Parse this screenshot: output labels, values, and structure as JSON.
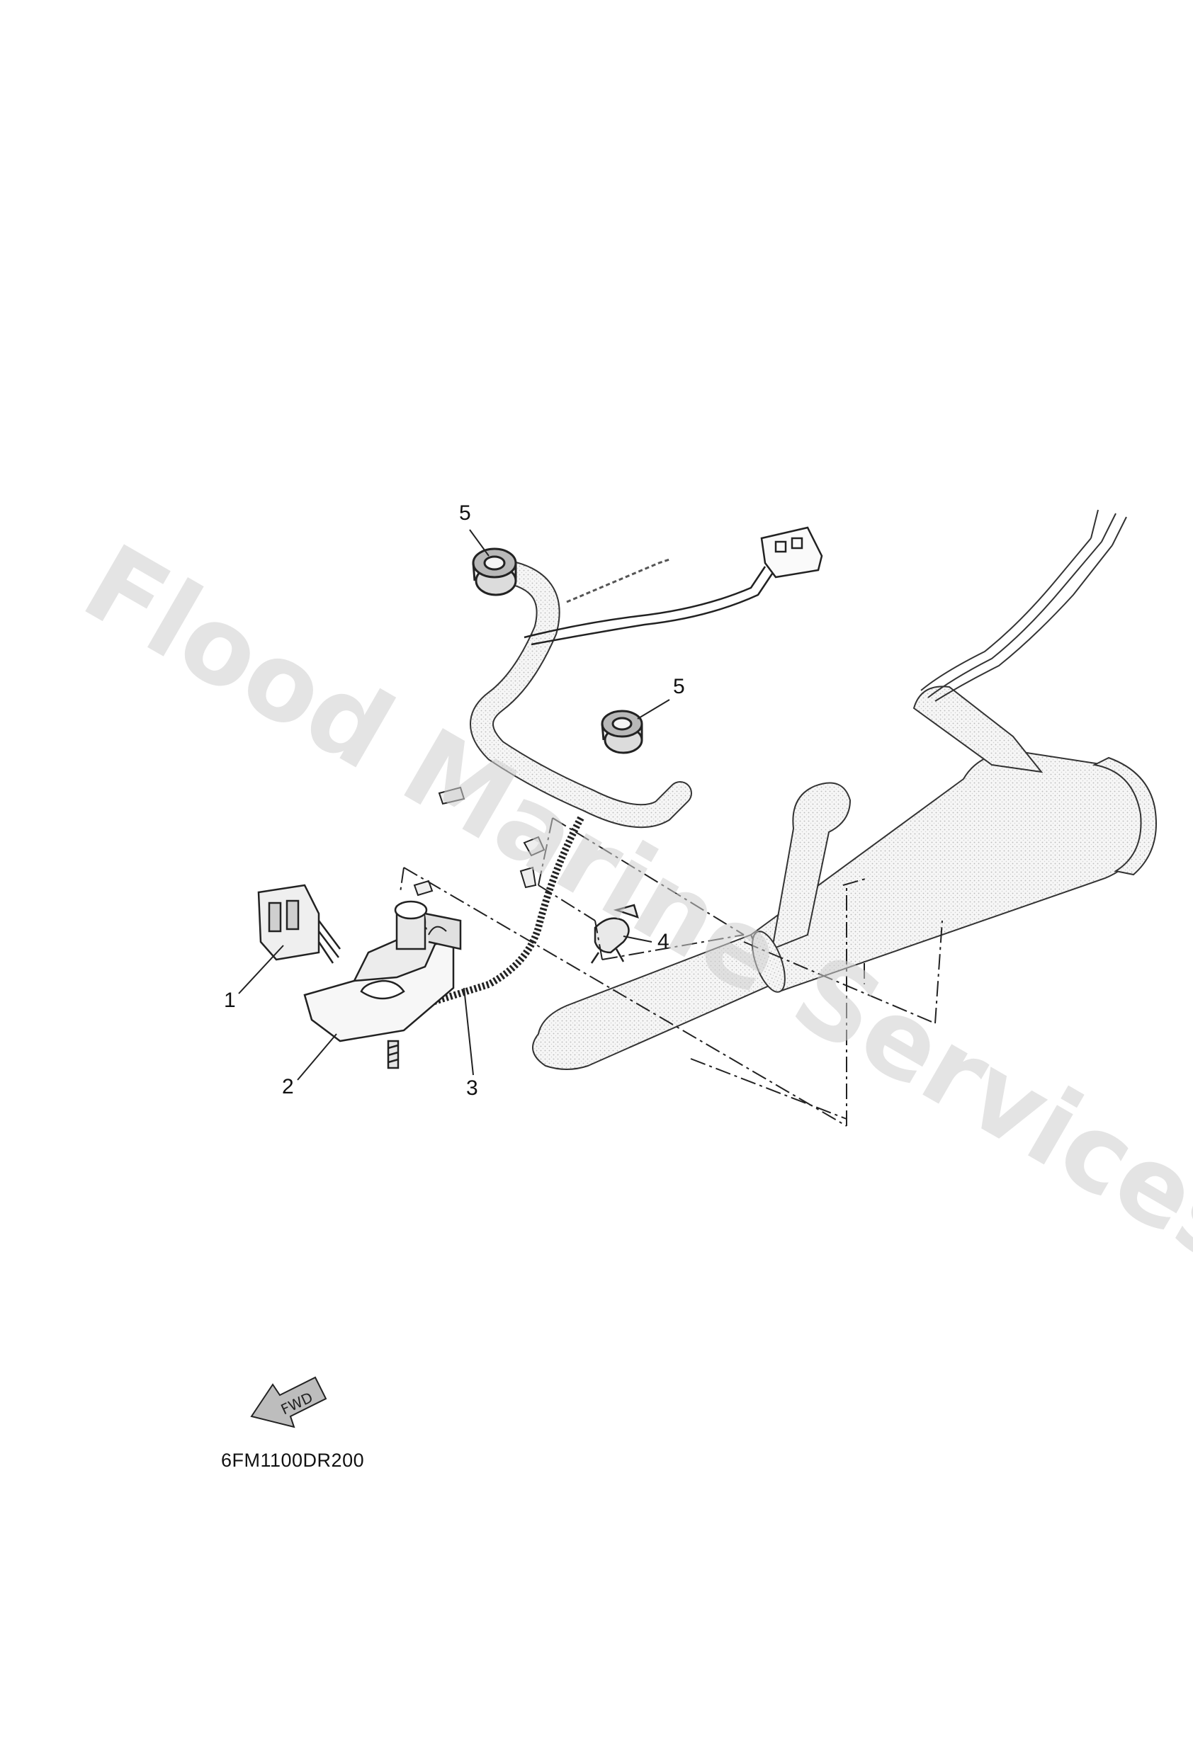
{
  "callouts": [
    {
      "id": "1",
      "label": "1"
    },
    {
      "id": "2",
      "label": "2"
    },
    {
      "id": "3",
      "label": "3"
    },
    {
      "id": "4",
      "label": "4"
    },
    {
      "id": "5a",
      "label": "5"
    },
    {
      "id": "5b",
      "label": "5"
    }
  ],
  "direction_arrow": {
    "label": "FWD"
  },
  "reference_code": "6FM1100DR200",
  "watermark": "Flood Marine Services",
  "colors": {
    "line": "#222222",
    "part_fill": "#f4f4f4",
    "watermark": "#cfcfcf",
    "arrow_fill": "#bdbdbd"
  }
}
